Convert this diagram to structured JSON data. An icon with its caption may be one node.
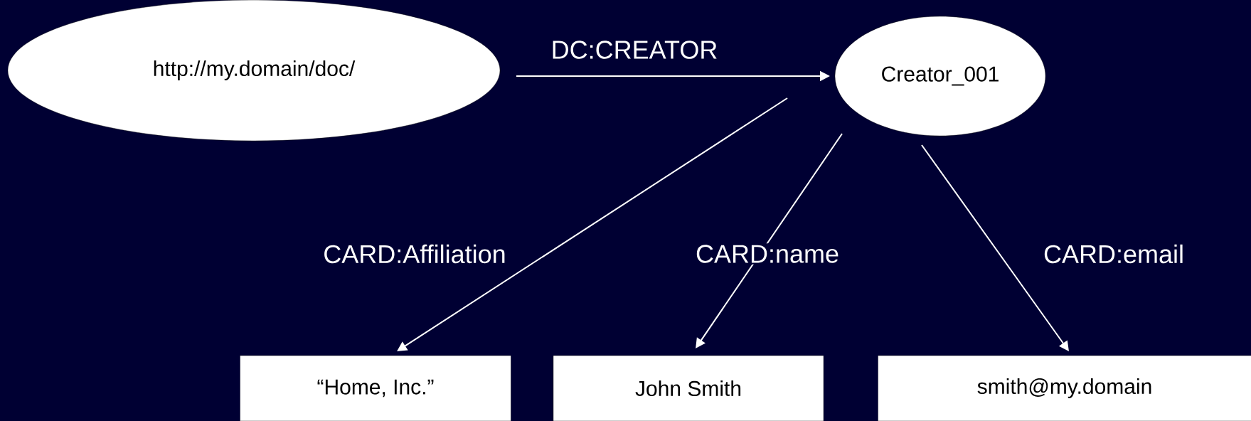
{
  "diagram": {
    "nodes": [
      {
        "text": [
          "http://my.domain/doc/"
        ]
      },
      {
        "text": [
          "Creator_001"
        ]
      },
      {
        "text": [
          "“Home, Inc.”"
        ]
      },
      {
        "text": [
          "John Smith"
        ]
      },
      {
        "text": [
          "smith@my.domain"
        ]
      }
    ],
    "edges": [
      {
        "from": 0,
        "to": 1,
        "arrow": "to",
        "label": "DC:CREATOR"
      },
      {
        "from": 1,
        "to": 2,
        "arrow": "to",
        "label": "CARD:Affiliation"
      },
      {
        "from": 1,
        "to": 3,
        "arrow": "to",
        "label": "CARD:name"
      },
      {
        "from": 1,
        "to": 4,
        "arrow": "to",
        "label": "CARD:email"
      }
    ]
  }
}
